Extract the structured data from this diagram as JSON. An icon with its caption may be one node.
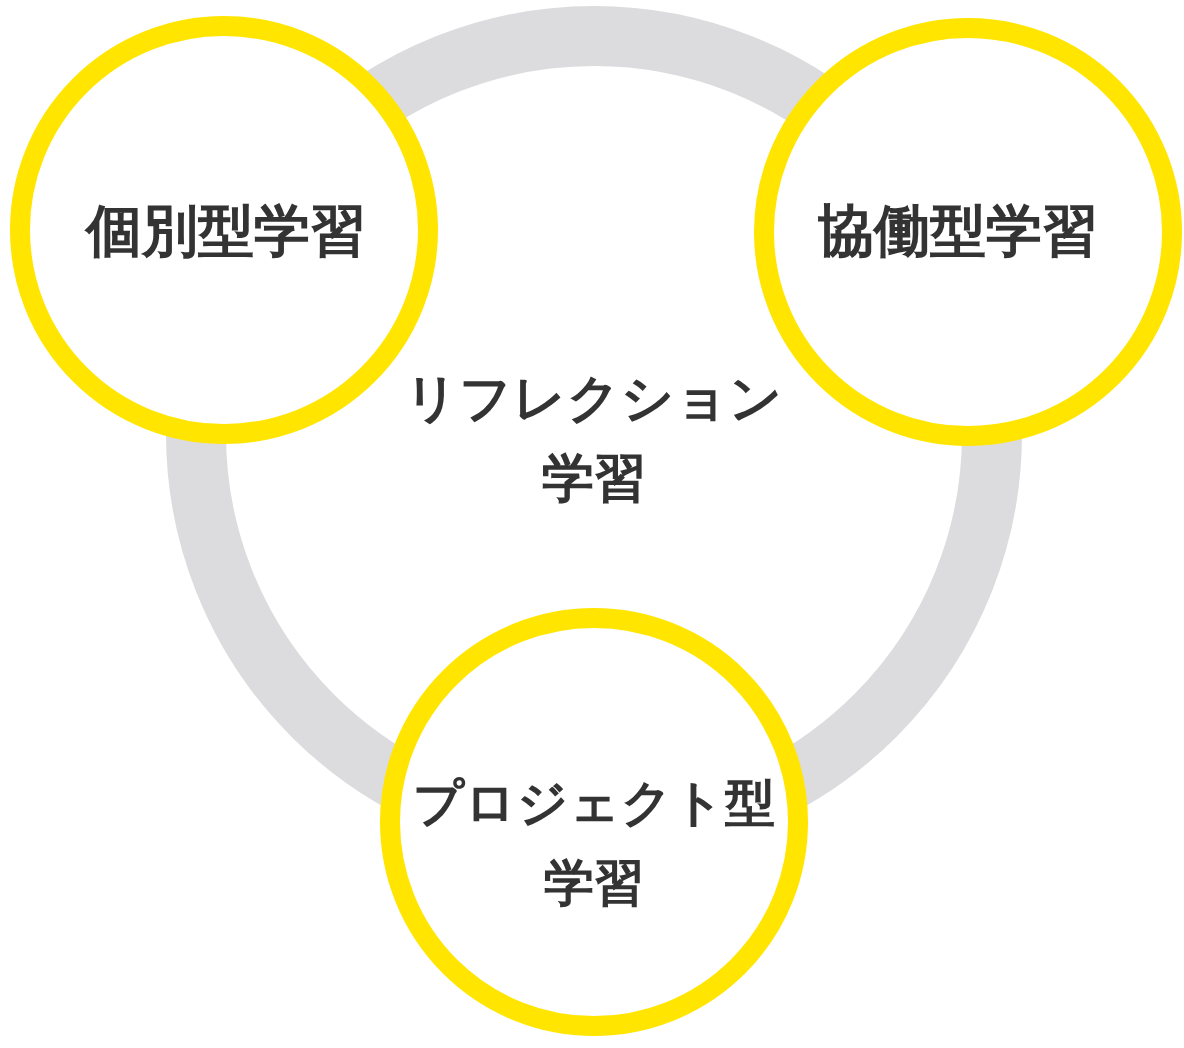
{
  "diagram": {
    "nodes": [
      {
        "text": [
          "個別型学習"
        ]
      },
      {
        "text": [
          "協働型学習"
        ]
      },
      {
        "text": [
          "リフレクション学習"
        ]
      },
      {
        "text": [
          "プロジェクト型学習"
        ]
      }
    ]
  }
}
